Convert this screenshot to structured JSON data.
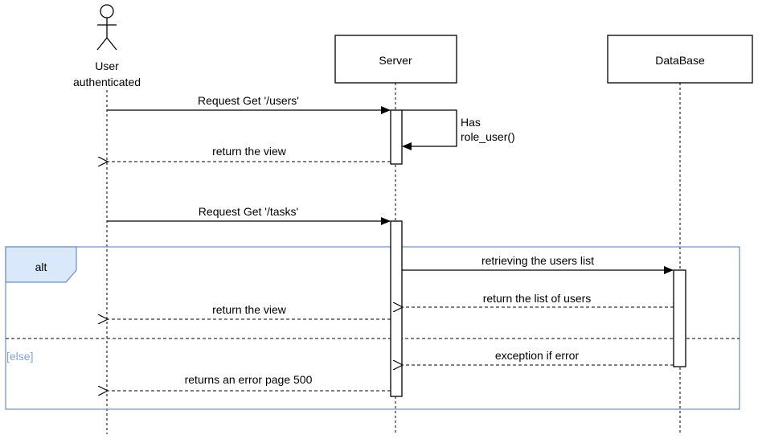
{
  "participants": {
    "actor": {
      "label_line1": "User",
      "label_line2": "authenticated"
    },
    "server": {
      "label": "Server"
    },
    "database": {
      "label": "DataBase"
    }
  },
  "messages": {
    "request_users": "Request Get '/users'",
    "self_check_line1": "Has",
    "self_check_line2": "role_user()",
    "return_view_1": "return the view",
    "request_tasks": "Request Get '/tasks'",
    "retrieving_users": "retrieving the users list",
    "return_list": "return the list of users",
    "return_view_2": "return the view",
    "exception_error": "exception if error",
    "error_page": "returns an error page 500"
  },
  "fragment": {
    "operator": "alt",
    "else_guard": "[else]"
  },
  "colors": {
    "fragment_border": "#6c8ebf",
    "fragment_tag_fill": "#dae8fc",
    "else_text": "#7ea6e0"
  }
}
